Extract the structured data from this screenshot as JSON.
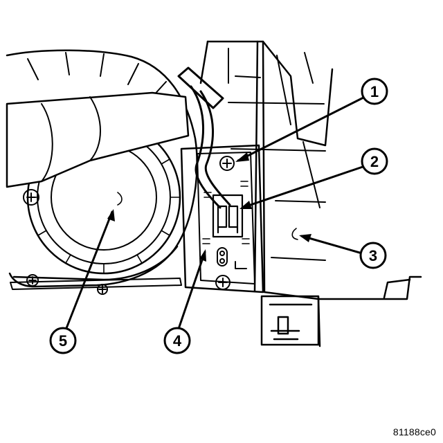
{
  "callouts": [
    {
      "number": "1"
    },
    {
      "number": "2"
    },
    {
      "number": "3"
    },
    {
      "number": "4"
    },
    {
      "number": "5"
    }
  ],
  "figure_id": "81188ce0",
  "colors": {
    "ink": "#000000",
    "paper": "#ffffff"
  }
}
